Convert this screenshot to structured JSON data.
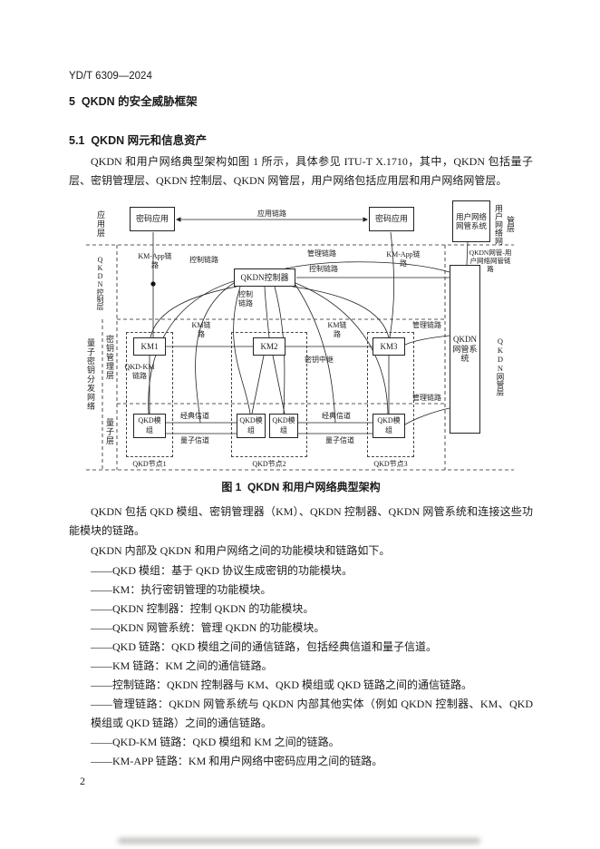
{
  "doc": {
    "header": "YD/T 6309—2024",
    "heading_5": "5  QKDN 的安全威胁框架",
    "heading_51": "5.1  QKDN 网元和信息资产",
    "intro": "QKDN 和用户网络典型架构如图 1 所示，具体参见 ITU-T X.1710，其中，QKDN 包括量子层、密钥管理层、QKDN 控制层、QKDN 网管层，用户网络包括应用层和用户网络网管层。",
    "figure_caption": "图 1  QKDN 和用户网络典型架构",
    "para_modules": "QKDN 包括 QKD 模组、密钥管理器（KM）、QKDN 控制器、QKDN 网管系统和连接这些功能模块的链路。",
    "para_list_intro": "QKDN 内部及 QKDN 和用户网络之间的功能模块和链路如下。",
    "list_items": [
      "——QKD 模组：基于 QKD 协议生成密钥的功能模块。",
      "——KM：执行密钥管理的功能模块。",
      "——QKDN 控制器：控制 QKDN 的功能模块。",
      "——QKDN 网管系统：管理 QKDN 的功能模块。",
      "——QKD 链路：QKD 模组之间的通信链路，包括经典信道和量子信道。",
      "——KM 链路：KM 之间的通信链路。",
      "——控制链路：QKDN 控制器与 KM、QKD 模组或 QKD 链路之间的通信链路。",
      "——管理链路：QKDN 网管系统与 QKDN 内部其他实体（例如 QKDN 控制器、KM、QKD 模组或 QKD 链路）之间的通信链路。",
      "——QKD-KM 链路：QKD 模组和 KM 之间的链路。",
      "——KM-APP 链路：KM 和用户网络中密码应用之间的链路。"
    ],
    "page_number": "2"
  },
  "diagram": {
    "layer_labels": {
      "app": "应用层",
      "qkdn_control": "QKDN控制层",
      "qkdn": "量子密钥分发网络",
      "key_mgmt": "密钥管理层",
      "quantum": "量子层",
      "user_nms": "用户网络网管层",
      "qkdn_nms": "QKDN网管层"
    },
    "boxes": {
      "crypto_app": "密码应用",
      "user_nms": "用户网络网管系统",
      "controller": "QKDN控制器",
      "km1": "KM1",
      "km2": "KM2",
      "km3": "KM3",
      "qkdn_nms": "QKDN网管系统",
      "qkd_module": "QKD模组",
      "node1": "QKD节点1",
      "node2": "QKD节点2",
      "node3": "QKD节点3"
    },
    "link_labels": {
      "app_link": "应用链路",
      "km_app": "KM-App链路",
      "control": "控制链路",
      "manage": "管理链路",
      "qkdn_user_nms": "QKDN网管-用户网络网管链路",
      "km_link": "KM链路",
      "key_relay": "密钥中继",
      "qkd_km": "QKD-KM链路",
      "classic": "经典信道",
      "quantum": "量子信道"
    }
  }
}
